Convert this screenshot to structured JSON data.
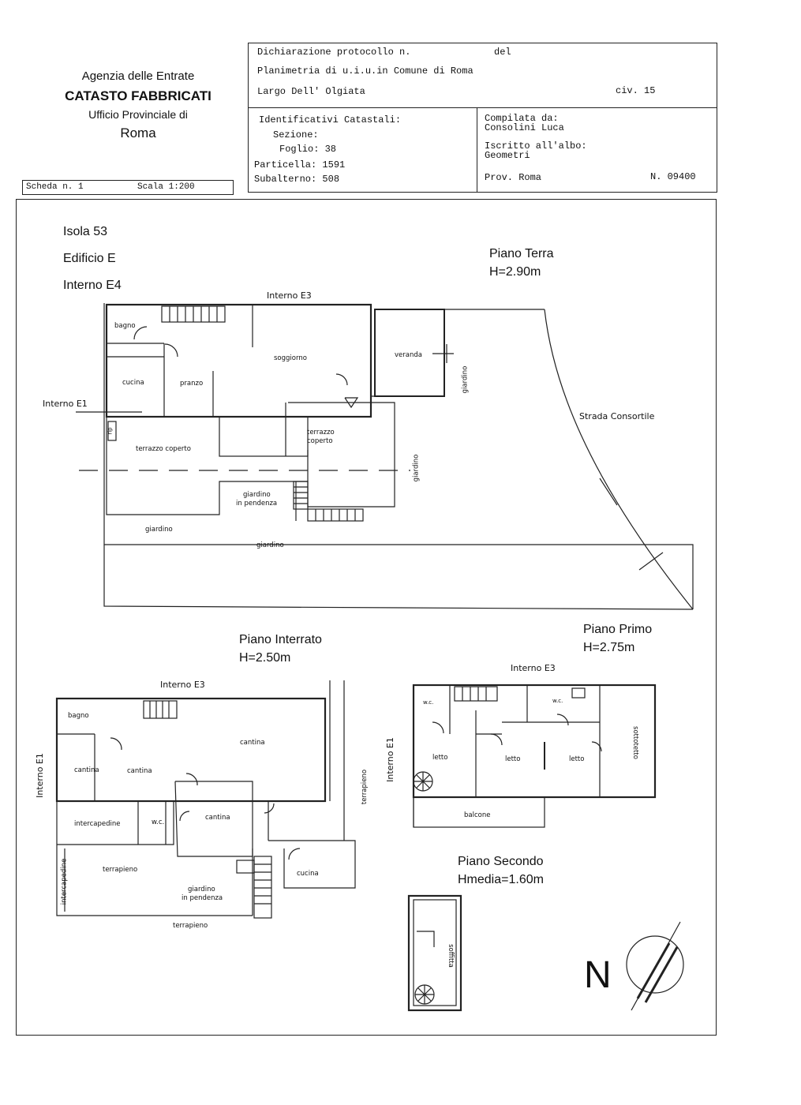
{
  "header": {
    "agency_line1": "Agenzia delle Entrate",
    "agency_line2": "CATASTO FABBRICATI",
    "agency_line3": "Ufficio Provinciale di",
    "agency_line4": "Roma",
    "dichiarazione": "Dichiarazione protocollo n.",
    "del": "del",
    "planimetria": "Planimetria di u.i.u.in Comune di Roma",
    "address": "Largo Dell' Olgiata",
    "civ": "civ. 15",
    "identificativi_title": "Identificativi Catastali:",
    "sezione": "Sezione:",
    "foglio": "Foglio: 38",
    "particella": "Particella: 1591",
    "subalterno": "Subalterno: 508",
    "compilata": "Compilata da:",
    "compilatore": "Consolini Luca",
    "iscritto": "Iscritto all'albo:",
    "albo": "Geometri",
    "prov": "Prov. Roma",
    "numero": "N. 09400",
    "scheda": "Scheda n. 1",
    "scala": "Scala 1:200"
  },
  "unit": {
    "isola": "Isola 53",
    "edificio": "Edificio E",
    "interno": "Interno E4"
  },
  "floors": {
    "terra_title": "Piano Terra",
    "terra_h": "H=2.90m",
    "interrato_title": "Piano Interrato",
    "interrato_h": "H=2.50m",
    "primo_title": "Piano Primo",
    "primo_h": "H=2.75m",
    "secondo_title": "Piano Secondo",
    "secondo_h": "Hmedia=1.60m"
  },
  "labels": {
    "interno_e3": "Interno E3",
    "interno_e1": "Interno E1",
    "strada": "Strada Consortile",
    "bagno": "bagno",
    "soggiorno": "soggiorno",
    "veranda": "veranda",
    "cucina": "cucina",
    "pranzo": "pranzo",
    "terrazzo_coperto": "terrazzo coperto",
    "terrazzo": "terrazzo",
    "coperto": "coperto",
    "giardino": "giardino",
    "giardino_in": "giardino",
    "in_pendenza": "in pendenza",
    "rip": "rip",
    "cantina": "cantina",
    "intercapedine": "intercapedine",
    "wc": "w.c.",
    "terrapieno": "terrapieno",
    "letto": "letto",
    "balcone": "balcone",
    "sottotetto": "sottotetto",
    "soffitta": "soffitta",
    "north": "N"
  }
}
